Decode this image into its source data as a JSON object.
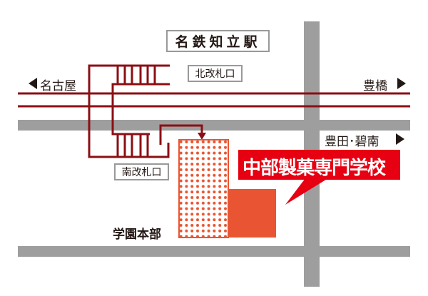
{
  "station": {
    "name": "名鉄知立駅",
    "north_gate": "北改札口",
    "south_gate": "南改札口"
  },
  "directions": {
    "west": "名古屋",
    "east": "豊橋",
    "southeast": "豊田･碧南"
  },
  "places": {
    "campus_main": "学園本部",
    "school": "中部製菓専門学校"
  },
  "colors": {
    "rail": "#8b0f14",
    "road": "#9e9e9e",
    "school": "#e95532",
    "callout": "#e60012"
  }
}
